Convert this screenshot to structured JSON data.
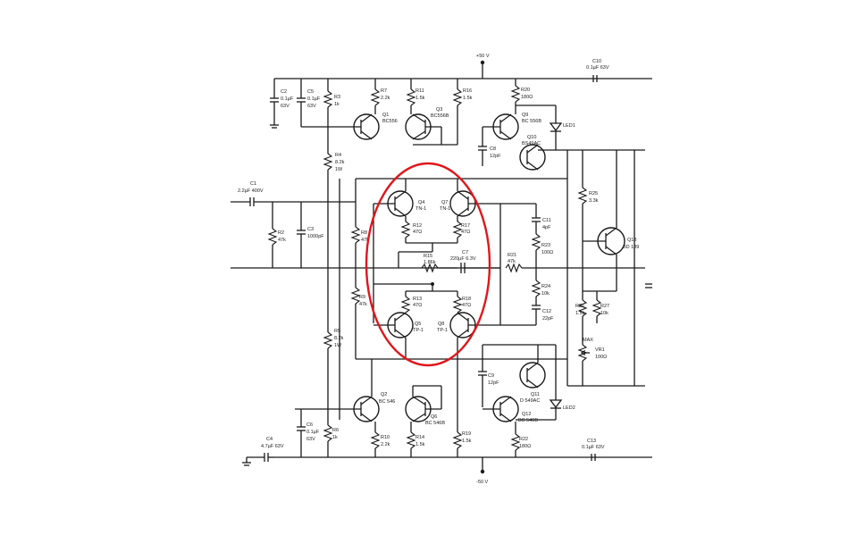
{
  "rails": {
    "positive": "+50 V",
    "negative": "-50 V"
  },
  "highlight_color": "#e0161b",
  "labels": {
    "c10": "C10",
    "c10v": "0.1µF 63V",
    "c2": "C2",
    "c2v": "0.1µF",
    "c2vv": "63V",
    "c5": "C5",
    "c5v": "0.1µF",
    "c5vv": "63V",
    "r3": "R3",
    "r3v": "1k",
    "r7": "R7",
    "r7v": "2.2k",
    "q1": "Q1",
    "q1v": "BC556",
    "r11": "R11",
    "r11v": "1.5k",
    "q3": "Q3",
    "q3v": "BC556B",
    "r16": "R16",
    "r16v": "1.5k",
    "r20": "R20",
    "r20v": "180Ω",
    "q9": "Q9",
    "q9v": "BC 556B",
    "led1": "LED1",
    "q10": "Q10",
    "q10v": "BS49AC",
    "c8": "C8",
    "c8v": "12pF",
    "r4": "R4",
    "r4v": "8.2k",
    "r4vv": "1W",
    "c1": "C1",
    "c1v": "2.2µF 400V",
    "r2": "R2",
    "r2v": "47k",
    "c3": "C3",
    "c3v": "1000pF",
    "r8": "R8",
    "r8v": "47k",
    "q4": "Q4",
    "q4v": "TN-1",
    "q7": "Q7",
    "q7v": "TN-1",
    "r12": "R12",
    "r12v": "47Ω",
    "r17": "R17",
    "r17v": "47Ω",
    "c11": "C11",
    "c11v": "4pF",
    "r23": "R23",
    "r23v": "100Ω",
    "r25": "R25",
    "r25v": "3.3k",
    "q13": "Q13",
    "q13v": "BD 139",
    "r15": "R15",
    "r15v": "1.86k",
    "c7": "C7",
    "c7v": "220µF 6.3V",
    "r21": "R21",
    "r21v": "47k",
    "r24": "R24",
    "r24v": "10k",
    "r9": "R9",
    "r9v": "47k",
    "r13": "R13",
    "r13v": "47Ω",
    "r18": "R18",
    "r18v": "47Ω",
    "r26": "R26",
    "r26v": "1.5k",
    "r27": "R27",
    "r27v": "10k",
    "c12": "C12",
    "c12v": "22pF",
    "q5": "Q5",
    "q5v": "TP-1",
    "q8": "Q8",
    "q8v": "TP-1",
    "r5": "R5",
    "r5v": "8.2k",
    "r5vv": "1W",
    "max": "MAX",
    "vr1": "VR1",
    "vr1v": "100Ω",
    "c9": "C9",
    "c9v": "12pF",
    "q11": "Q11",
    "q11v": "D 549AC",
    "led2": "LED2",
    "q2": "Q2",
    "q2v": "BC 546",
    "q6": "Q6",
    "q6v": "BC 546B",
    "q12": "Q12",
    "q12v": "BC 546B",
    "c6": "C6",
    "c6v": "0.1µF",
    "c6vv": "63V",
    "r6": "R6",
    "r6v": "1k",
    "r10": "R10",
    "r10v": "2.2k",
    "r14": "R14",
    "r14v": "1.5k",
    "r19": "R19",
    "r19v": "1.5k",
    "r22": "R22",
    "r22v": "180Ω",
    "c4": "C4",
    "c4v": "4.7µF 63V",
    "c13": "C13",
    "c13v": "0.1µF 63V"
  }
}
